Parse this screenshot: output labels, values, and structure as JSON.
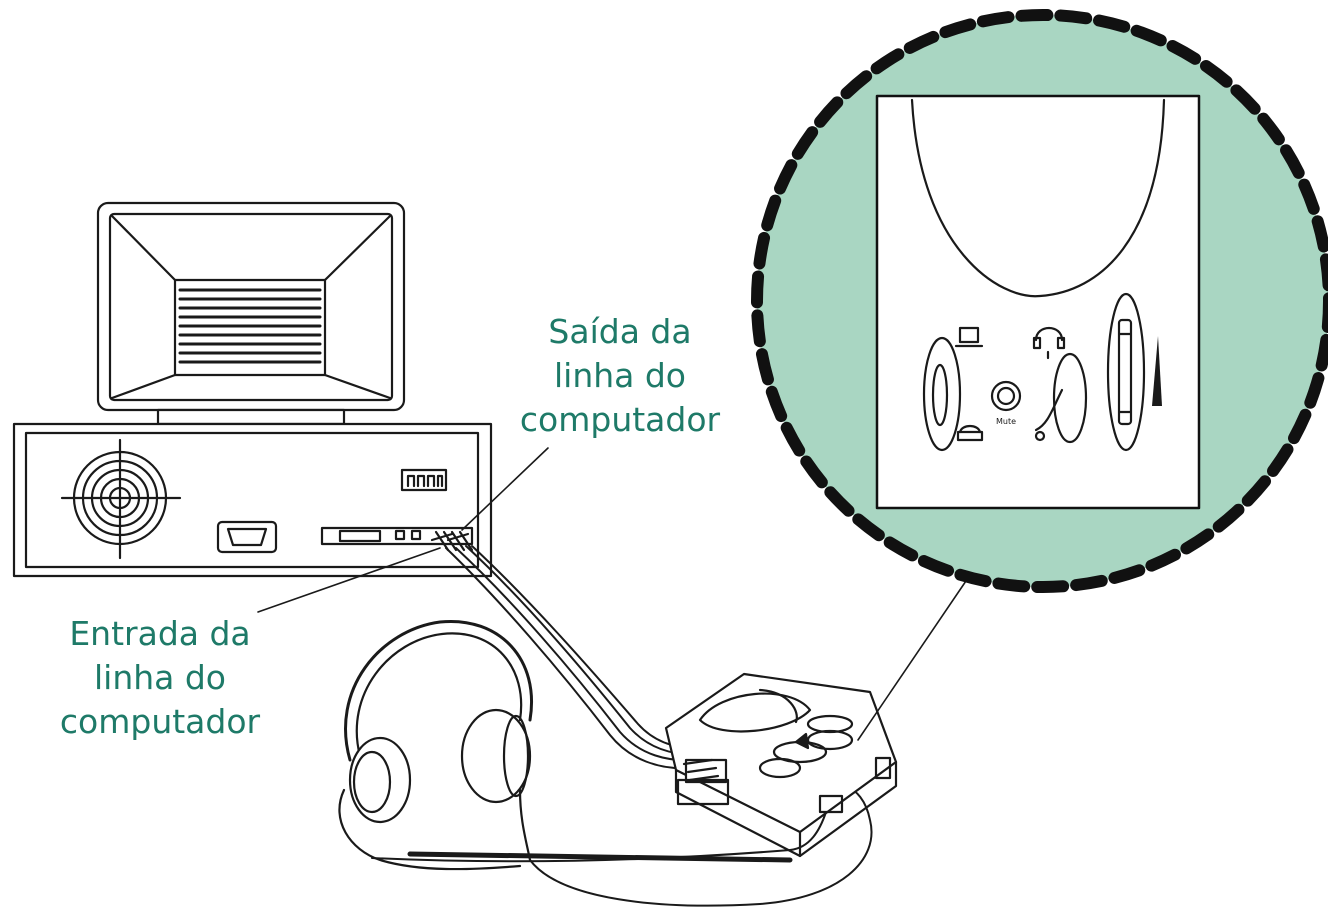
{
  "labels": {
    "line_out": [
      "Saída da",
      "linha do",
      "computador"
    ],
    "line_in": [
      "Entrada da",
      "linha do",
      "computador"
    ]
  },
  "colors": {
    "label_text": "#1e7a68",
    "zoom_fill": "#a9d6c2",
    "line": "#1a1a1a"
  },
  "icons": {
    "computer": "computer-icon",
    "headset": "headset-icon",
    "mute": "mute-button-icon",
    "phone": "telephone-icon",
    "volume": "volume-wedge-icon"
  }
}
